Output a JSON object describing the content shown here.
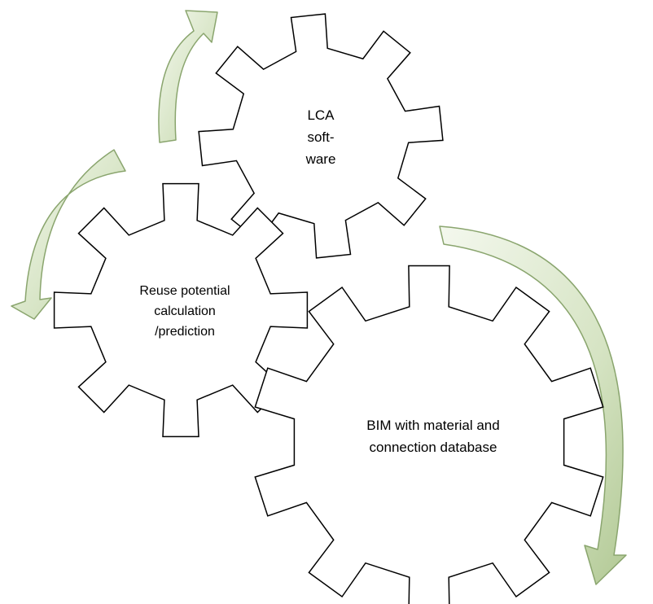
{
  "gears": {
    "lca": {
      "lines": [
        "LCA",
        "soft-",
        "ware"
      ]
    },
    "reuse": {
      "lines": [
        "Reuse potential",
        "calculation",
        "/prediction"
      ]
    },
    "bim": {
      "lines": [
        "BIM with material and",
        "connection database"
      ]
    }
  },
  "colors": {
    "arrow_fill_light": "#eef4e6",
    "arrow_fill_dark": "#b5cc98",
    "arrow_stroke": "#8aa56e",
    "gear_stroke": "#000000",
    "gear_fill": "#ffffff"
  }
}
